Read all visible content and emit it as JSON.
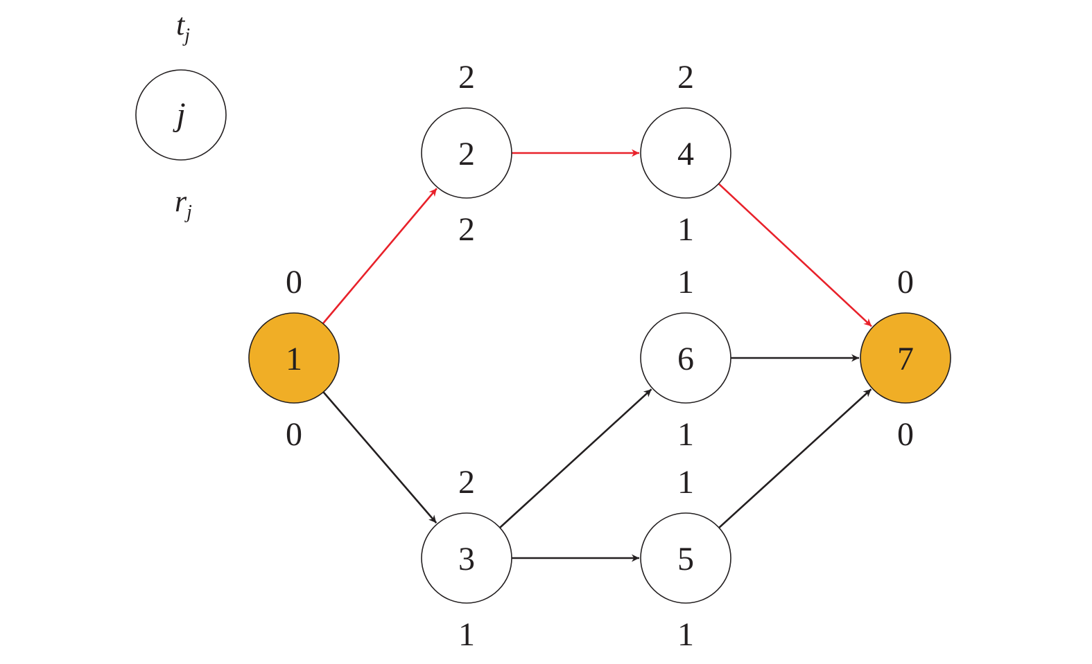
{
  "legend": {
    "top_label": "t",
    "top_subscript": "j",
    "node_label": "j",
    "bottom_label": "r",
    "bottom_subscript": "j"
  },
  "colors": {
    "highlight_fill": "#f0ae26",
    "normal_fill": "#ffffff",
    "critical_edge": "#e8212a",
    "normal_edge": "#231f20",
    "text": "#231f20"
  },
  "nodes": [
    {
      "id": "1",
      "t": "0",
      "r": "0",
      "highlight": true
    },
    {
      "id": "2",
      "t": "2",
      "r": "2",
      "highlight": false
    },
    {
      "id": "3",
      "t": "2",
      "r": "1",
      "highlight": false
    },
    {
      "id": "4",
      "t": "2",
      "r": "1",
      "highlight": false
    },
    {
      "id": "5",
      "t": "1",
      "r": "1",
      "highlight": false
    },
    {
      "id": "6",
      "t": "1",
      "r": "1",
      "highlight": false
    },
    {
      "id": "7",
      "t": "0",
      "r": "0",
      "highlight": true
    }
  ],
  "edges": [
    {
      "from": "1",
      "to": "2",
      "critical": true
    },
    {
      "from": "2",
      "to": "4",
      "critical": true
    },
    {
      "from": "4",
      "to": "7",
      "critical": true
    },
    {
      "from": "1",
      "to": "3",
      "critical": false
    },
    {
      "from": "3",
      "to": "6",
      "critical": false
    },
    {
      "from": "3",
      "to": "5",
      "critical": false
    },
    {
      "from": "6",
      "to": "7",
      "critical": false
    },
    {
      "from": "5",
      "to": "7",
      "critical": false
    }
  ]
}
